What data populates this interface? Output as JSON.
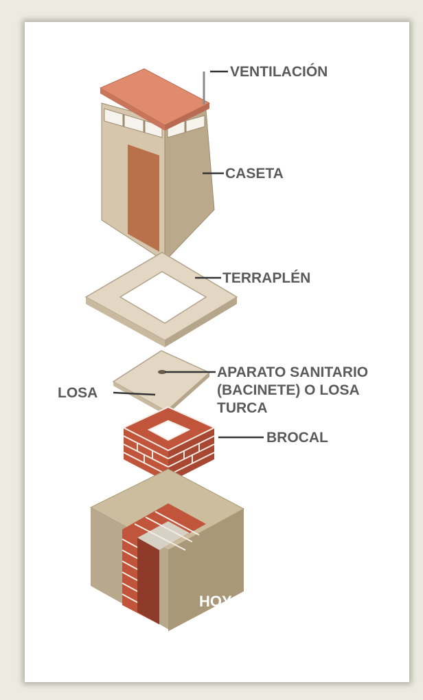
{
  "labels": {
    "ventilacion": "VENTILACIÓN",
    "caseta": "CASETA",
    "terraplen": "TERRAPLÉN",
    "aparato_line1": "APARATO SANITARIO",
    "aparato_line2": "(BACINETE) O LOSA",
    "aparato_line3": "TURCA",
    "losa": "LOSA",
    "brocal": "BROCAL",
    "hoyo": "HOYO"
  },
  "colors": {
    "roof": "#e08a6e",
    "wall_light": "#d3c3a8",
    "wall_dark": "#b9a88c",
    "door": "#b8714a",
    "slab": "#e3d7c4",
    "brick": "#c0553c",
    "mortar": "#f3ede4",
    "pit_top": "#c9b99e",
    "pit_side": "#a89878",
    "label": "#5a5a5a"
  }
}
